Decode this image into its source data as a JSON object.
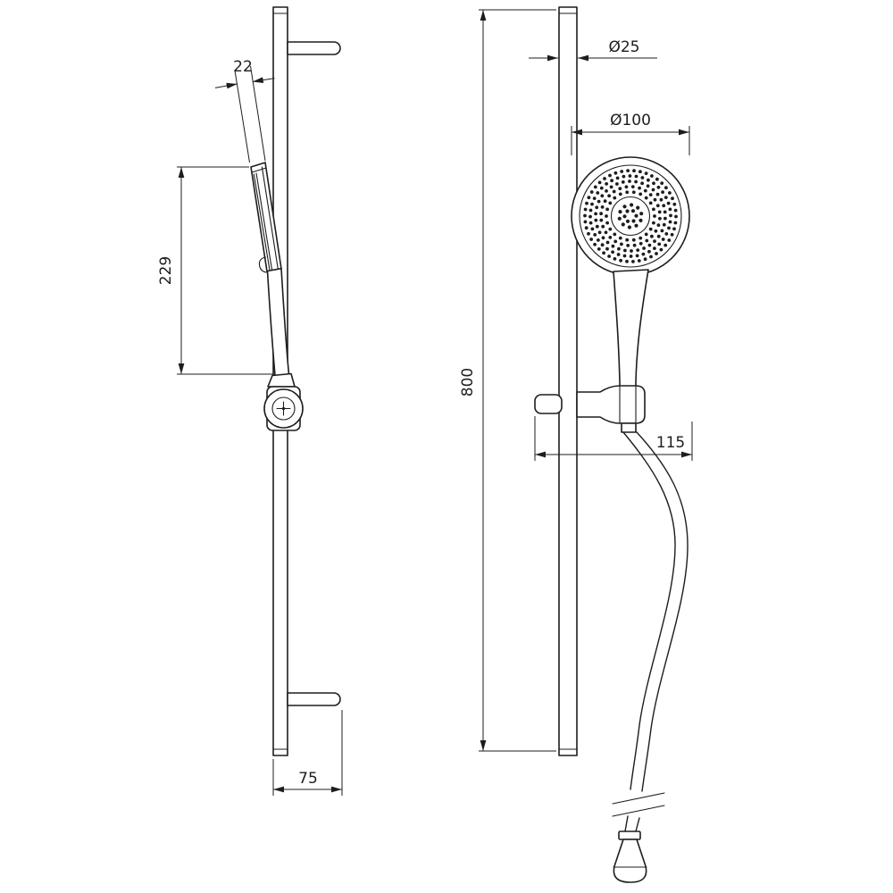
{
  "labels": {
    "head_width": "22",
    "head_length": "229",
    "bracket_offset": "75",
    "rail_diameter": "Ø25",
    "head_diameter": "Ø100",
    "rail_height": "800",
    "holder_offset": "115"
  },
  "colors": {
    "line": "#1d1d1d",
    "background": "#ffffff"
  }
}
